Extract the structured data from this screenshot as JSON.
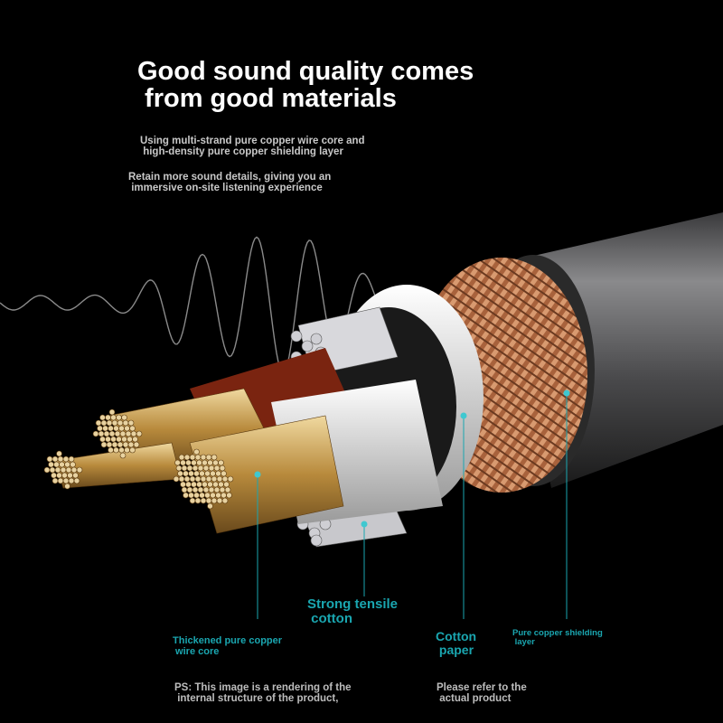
{
  "headline": {
    "line1": "Good sound quality comes",
    "line2": " from good materials"
  },
  "description": [
    {
      "line1": "Using multi-strand pure copper wire core and",
      "line2": " high-density pure copper shielding layer"
    },
    {
      "line1": "Retain more sound details, giving you an",
      "line2": " immersive on-site listening experience"
    }
  ],
  "labels": {
    "wire_core": {
      "line1": "Thickened pure copper",
      "line2": " wire core"
    },
    "tensile_cotton": {
      "line1": "Strong tensile",
      "line2": " cotton"
    },
    "cotton_paper": {
      "line1": "Cotton",
      "line2": " paper"
    },
    "shielding": {
      "line1": "Pure copper shielding",
      "line2": " layer"
    }
  },
  "disclaimer": {
    "left": {
      "line1": "PS: This image is a rendering of the",
      "line2": " internal structure of the product,"
    },
    "right": {
      "line1": "Please refer to the",
      "line2": " actual product"
    }
  },
  "colors": {
    "accent": "#1aa6b0",
    "copper": "#b8734a",
    "gold": "#d9b36a",
    "jacket": "#5a5a5c"
  }
}
